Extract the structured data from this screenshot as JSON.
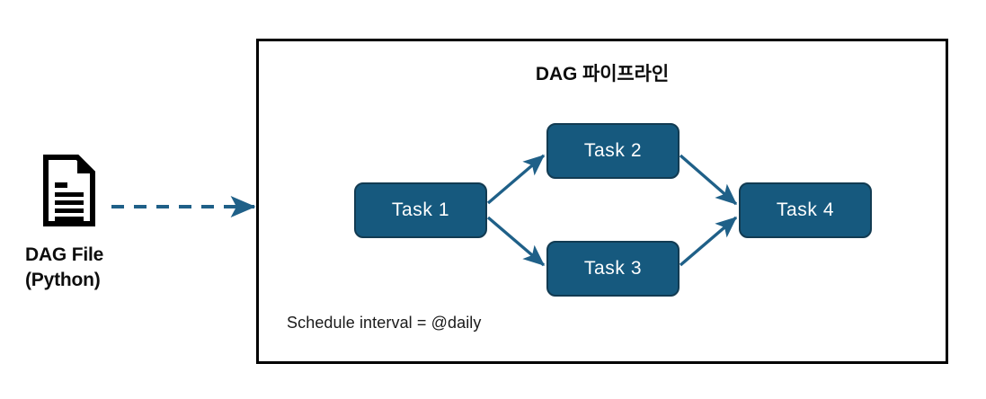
{
  "diagram": {
    "title": "DAG 파이프라인",
    "schedule_text": "Schedule interval = @daily",
    "source": {
      "icon": "document-icon",
      "label_line1": "DAG File",
      "label_line2": "(Python)"
    },
    "nodes": [
      {
        "id": "task-1",
        "label": "Task 1"
      },
      {
        "id": "task-2",
        "label": "Task 2"
      },
      {
        "id": "task-3",
        "label": "Task 3"
      },
      {
        "id": "task-4",
        "label": "Task 4"
      }
    ],
    "edges": [
      {
        "from": "dag-file",
        "to": "pipeline",
        "style": "dashed"
      },
      {
        "from": "task-1",
        "to": "task-2",
        "style": "solid"
      },
      {
        "from": "task-1",
        "to": "task-3",
        "style": "solid"
      },
      {
        "from": "task-2",
        "to": "task-4",
        "style": "solid"
      },
      {
        "from": "task-3",
        "to": "task-4",
        "style": "solid"
      }
    ],
    "colors": {
      "node_fill": "#16597e",
      "node_border": "#123b52",
      "node_text": "#ffffff",
      "arrow": "#1f6088",
      "container_border": "#000000",
      "text": "#0d0d0d",
      "background": "#ffffff"
    }
  }
}
